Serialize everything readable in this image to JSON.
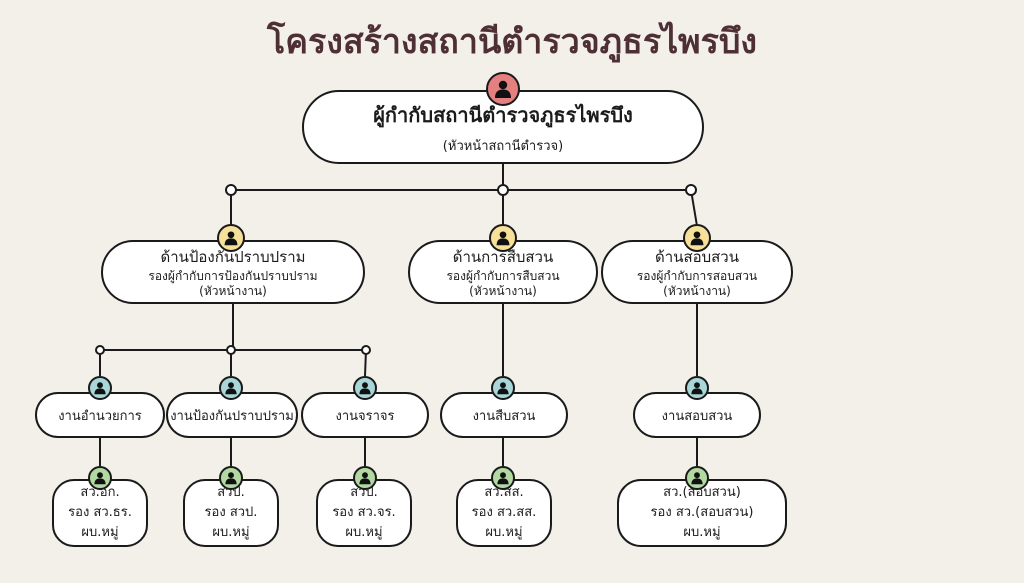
{
  "title": "โครงสร้างสถานีตำรวจภูธรไพรบึง",
  "colors": {
    "red": "#e58080",
    "yellow": "#f7e19a",
    "blue": "#a9d6d8",
    "green": "#b3d9a3"
  },
  "chief": {
    "name": "ผู้กำกับสถานีตำรวจภูธรไพรบึง",
    "role": "(หัวหน้าสถานีตำรวจ)",
    "icon": "person-icon"
  },
  "divisions": [
    {
      "name": "ด้านป้องกันปราบปราม",
      "deputy": "รองผู้กำกับการป้องกันปราบปราม",
      "role": "(หัวหน้างาน)"
    },
    {
      "name": "ด้านการสืบสวน",
      "deputy": "รองผู้กำกับการสืบสวน",
      "role": "(หัวหน้างาน)"
    },
    {
      "name": "ด้านสอบสวน",
      "deputy": "รองผู้กำกับการสอบสวน",
      "role": "(หัวหน้างาน)"
    }
  ],
  "tasks": [
    "งานอำนวยการ",
    "งานป้องกันปราบปราม",
    "งานจราจร",
    "งานสืบสวน",
    "งานสอบสวน"
  ],
  "staff": [
    {
      "l1": "สว.อก.",
      "l2": "รอง สว.ธร.",
      "l3": "ผบ.หมู่"
    },
    {
      "l1": "สวป.",
      "l2": "รอง สวป.",
      "l3": "ผบ.หมู่"
    },
    {
      "l1": "สวป.",
      "l2": "รอง สว.จร.",
      "l3": "ผบ.หมู่"
    },
    {
      "l1": "สว.สส.",
      "l2": "รอง สว.สส.",
      "l3": "ผบ.หมู่"
    },
    {
      "l1": "สว.(สอบสวน)",
      "l2": "รอง สว.(สอบสวน)",
      "l3": "ผบ.หมู่"
    }
  ]
}
